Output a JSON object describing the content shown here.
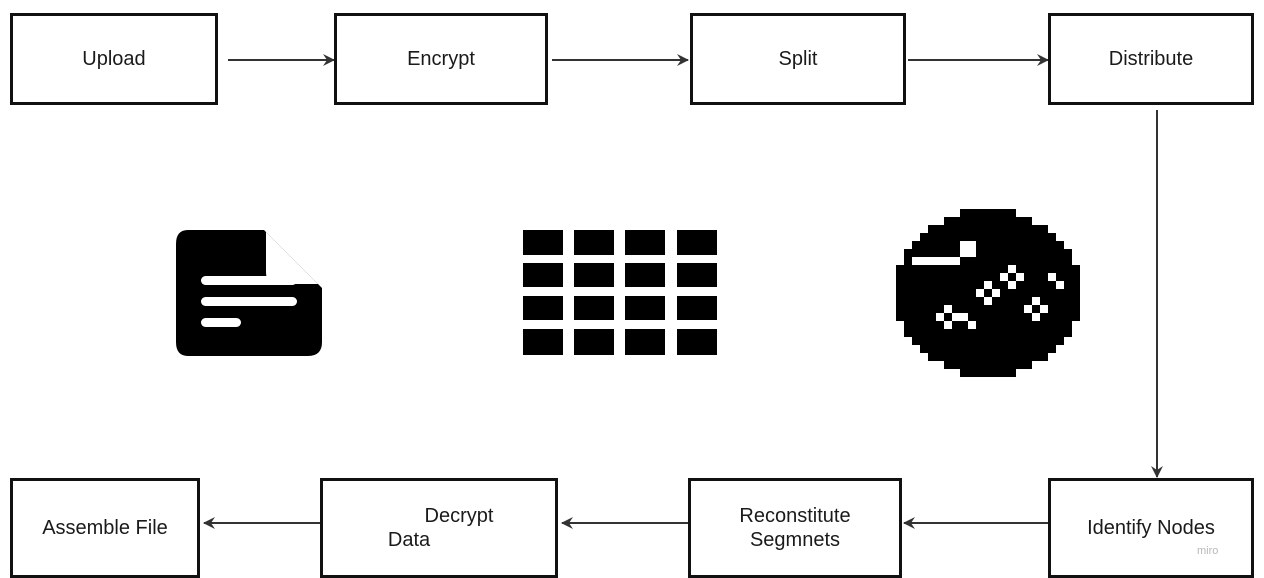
{
  "steps_top": {
    "upload": "Upload",
    "encrypt": "Encrypt",
    "split": "Split",
    "distribute": "Distribute"
  },
  "steps_bottom": {
    "identify": "Identify Nodes",
    "reconstitute_line1": "Reconstitute",
    "reconstitute_line2": "Segmnets",
    "decrypt_line1": "Decrypt",
    "decrypt_line2": "Data",
    "assemble": "Assemble File"
  },
  "icons": [
    "document-icon",
    "grid-blocks-icon",
    "encrypted-blob-icon"
  ],
  "watermark": "miro"
}
